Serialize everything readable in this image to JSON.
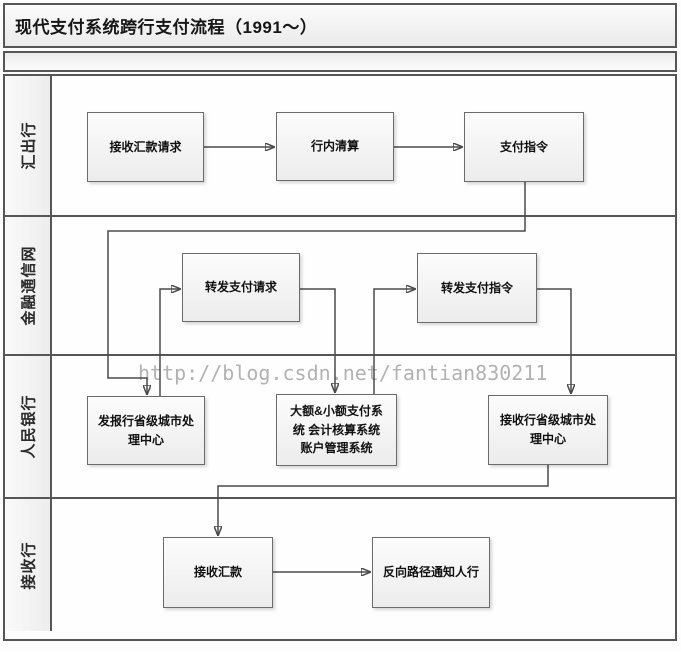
{
  "title": "现代支付系统跨行支付流程（1991～）",
  "watermark": "http://blog.csdn.net/fantian830211",
  "lanes": [
    {
      "label": "汇出行"
    },
    {
      "label": "金融通信网"
    },
    {
      "label": "人民银行"
    },
    {
      "label": "接收行"
    }
  ],
  "nodes": [
    {
      "label": "接收汇款请求",
      "lane": "汇出行"
    },
    {
      "label": "行内清算",
      "lane": "汇出行"
    },
    {
      "label": "支付指令",
      "lane": "汇出行"
    },
    {
      "label": "转发支付请求",
      "lane": "金融通信网"
    },
    {
      "label": "转发支付指令",
      "lane": "金融通信网"
    },
    {
      "label": "发报行省级城市处\n理中心",
      "lane": "人民银行"
    },
    {
      "label": "大额&小额支付系\n统 会计核算系统\n账户管理系统",
      "lane": "人民银行"
    },
    {
      "label": "接收行省级城市处\n理中心",
      "lane": "人民银行"
    },
    {
      "label": "接收汇款",
      "lane": "接收行"
    },
    {
      "label": "反向路径通知人行",
      "lane": "接收行"
    }
  ],
  "edges": [
    {
      "from": "接收汇款请求",
      "to": "行内清算"
    },
    {
      "from": "行内清算",
      "to": "支付指令"
    },
    {
      "from": "支付指令",
      "to": "发报行省级城市处理中心"
    },
    {
      "from": "发报行省级城市处理中心",
      "to": "转发支付请求"
    },
    {
      "from": "转发支付请求",
      "to": "大额&小额支付系统 会计核算系统 账户管理系统"
    },
    {
      "from": "大额&小额支付系统 会计核算系统 账户管理系统",
      "to": "转发支付指令"
    },
    {
      "from": "转发支付指令",
      "to": "接收行省级城市处理中心"
    },
    {
      "from": "接收行省级城市处理中心",
      "to": "接收汇款"
    },
    {
      "from": "接收汇款",
      "to": "反向路径通知人行"
    }
  ],
  "colors": {
    "frame_border": "#565656",
    "node_border": "#6b6b6b",
    "connector": "#4a4a4a",
    "node_fill": "#f3f3f3",
    "watermark": "#b2b2b2"
  }
}
